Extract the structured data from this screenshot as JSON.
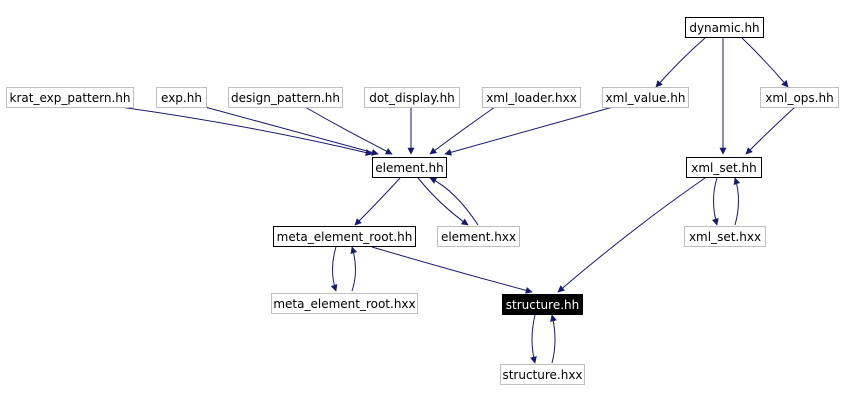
{
  "diagram": {
    "edge_color": "#191970",
    "nodes": {
      "dynamic_hh": "dynamic.hh",
      "krat_exp_pattern_hh": "krat_exp_pattern.hh",
      "exp_hh": "exp.hh",
      "design_pattern_hh": "design_pattern.hh",
      "dot_display_hh": "dot_display.hh",
      "xml_loader_hxx": "xml_loader.hxx",
      "xml_value_hh": "xml_value.hh",
      "xml_ops_hh": "xml_ops.hh",
      "element_hh": "element.hh",
      "xml_set_hh": "xml_set.hh",
      "meta_element_root_hh": "meta_element_root.hh",
      "element_hxx": "element.hxx",
      "xml_set_hxx": "xml_set.hxx",
      "meta_element_root_hxx": "meta_element_root.hxx",
      "structure_hh": "structure.hh",
      "structure_hxx": "structure.hxx"
    }
  }
}
